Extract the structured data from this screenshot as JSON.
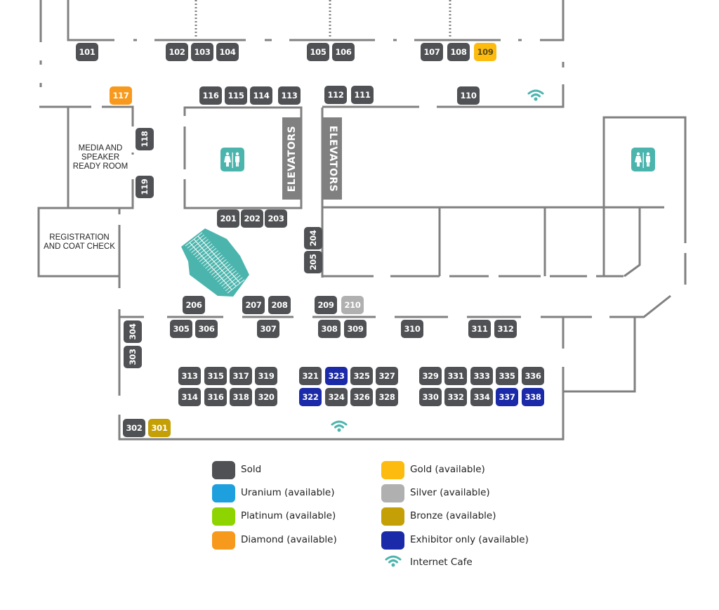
{
  "colors": {
    "sold": "#4f5154",
    "uranium": "#1ea0de",
    "platinum": "#8ed400",
    "diamond": "#f7991c",
    "gold": "#fdbb10",
    "silver": "#b0b0b0",
    "bronze": "#c4a006",
    "exhibitor": "#1a2aa8",
    "teal": "#4bb5ad",
    "wall": "#808080"
  },
  "rooms": {
    "media": "MEDIA AND SPEAKER READY ROOM",
    "media_lines": [
      "MEDIA AND",
      "SPEAKER",
      "READY ROOM"
    ],
    "registration_lines": [
      "REGISTRATION",
      "AND COAT CHECK"
    ],
    "elevators_left": "ELEVATORS",
    "elevators_right": "ELEVATORS"
  },
  "icons": {
    "restroom": "restroom-icon",
    "wifi": "wifi-icon",
    "stairs": "escalator-icon"
  },
  "booths": [
    {
      "id": "101",
      "status": "sold"
    },
    {
      "id": "102",
      "status": "sold"
    },
    {
      "id": "103",
      "status": "sold"
    },
    {
      "id": "104",
      "status": "sold"
    },
    {
      "id": "105",
      "status": "sold"
    },
    {
      "id": "106",
      "status": "sold"
    },
    {
      "id": "107",
      "status": "sold"
    },
    {
      "id": "108",
      "status": "sold"
    },
    {
      "id": "109",
      "status": "gold"
    },
    {
      "id": "110",
      "status": "sold"
    },
    {
      "id": "111",
      "status": "sold"
    },
    {
      "id": "112",
      "status": "sold"
    },
    {
      "id": "113",
      "status": "sold"
    },
    {
      "id": "114",
      "status": "sold"
    },
    {
      "id": "115",
      "status": "sold"
    },
    {
      "id": "116",
      "status": "sold"
    },
    {
      "id": "117",
      "status": "diamond"
    },
    {
      "id": "118",
      "status": "sold"
    },
    {
      "id": "119",
      "status": "sold"
    },
    {
      "id": "201",
      "status": "sold"
    },
    {
      "id": "202",
      "status": "sold"
    },
    {
      "id": "203",
      "status": "sold"
    },
    {
      "id": "204",
      "status": "sold"
    },
    {
      "id": "205",
      "status": "sold"
    },
    {
      "id": "206",
      "status": "sold"
    },
    {
      "id": "207",
      "status": "sold"
    },
    {
      "id": "208",
      "status": "sold"
    },
    {
      "id": "209",
      "status": "sold"
    },
    {
      "id": "210",
      "status": "silver"
    },
    {
      "id": "301",
      "status": "bronze"
    },
    {
      "id": "302",
      "status": "sold"
    },
    {
      "id": "303",
      "status": "sold"
    },
    {
      "id": "304",
      "status": "sold"
    },
    {
      "id": "305",
      "status": "sold"
    },
    {
      "id": "306",
      "status": "sold"
    },
    {
      "id": "307",
      "status": "sold"
    },
    {
      "id": "308",
      "status": "sold"
    },
    {
      "id": "309",
      "status": "sold"
    },
    {
      "id": "310",
      "status": "sold"
    },
    {
      "id": "311",
      "status": "sold"
    },
    {
      "id": "312",
      "status": "sold"
    },
    {
      "id": "313",
      "status": "sold"
    },
    {
      "id": "314",
      "status": "sold"
    },
    {
      "id": "315",
      "status": "sold"
    },
    {
      "id": "316",
      "status": "sold"
    },
    {
      "id": "317",
      "status": "sold"
    },
    {
      "id": "318",
      "status": "sold"
    },
    {
      "id": "319",
      "status": "sold"
    },
    {
      "id": "320",
      "status": "sold"
    },
    {
      "id": "321",
      "status": "sold"
    },
    {
      "id": "322",
      "status": "exhibitor"
    },
    {
      "id": "323",
      "status": "exhibitor"
    },
    {
      "id": "324",
      "status": "sold"
    },
    {
      "id": "325",
      "status": "sold"
    },
    {
      "id": "326",
      "status": "sold"
    },
    {
      "id": "327",
      "status": "sold"
    },
    {
      "id": "328",
      "status": "sold"
    },
    {
      "id": "329",
      "status": "sold"
    },
    {
      "id": "330",
      "status": "sold"
    },
    {
      "id": "331",
      "status": "sold"
    },
    {
      "id": "332",
      "status": "sold"
    },
    {
      "id": "333",
      "status": "sold"
    },
    {
      "id": "334",
      "status": "sold"
    },
    {
      "id": "335",
      "status": "sold"
    },
    {
      "id": "336",
      "status": "sold"
    },
    {
      "id": "337",
      "status": "exhibitor"
    },
    {
      "id": "338",
      "status": "exhibitor"
    }
  ],
  "legend": [
    {
      "key": "sold",
      "label": "Sold"
    },
    {
      "key": "uranium",
      "label": "Uranium (available)"
    },
    {
      "key": "platinum",
      "label": "Platinum (available)"
    },
    {
      "key": "diamond",
      "label": "Diamond (available)"
    },
    {
      "key": "gold",
      "label": "Gold (available)"
    },
    {
      "key": "silver",
      "label": "Silver (available)"
    },
    {
      "key": "bronze",
      "label": "Bronze (available)"
    },
    {
      "key": "exhibitor",
      "label": "Exhibitor only (available)"
    },
    {
      "key": "wifi",
      "label": "Internet Cafe"
    }
  ]
}
